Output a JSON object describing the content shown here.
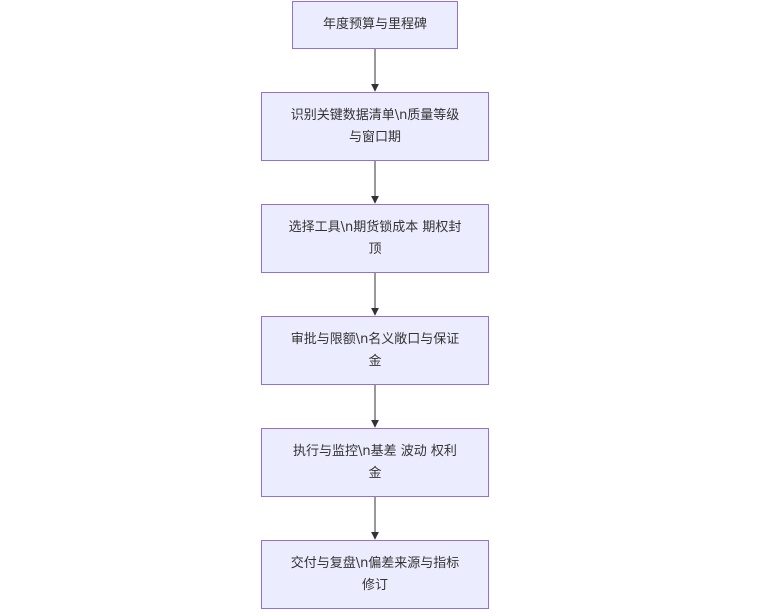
{
  "flowchart": {
    "nodes": [
      {
        "id": "n1",
        "label": "年度预算与里程碑"
      },
      {
        "id": "n2",
        "label": "识别关键数据清单\\n质量等级与窗口期"
      },
      {
        "id": "n3",
        "label": "选择工具\\n期货锁成本 期权封顶"
      },
      {
        "id": "n4",
        "label": "审批与限额\\n名义敞口与保证金"
      },
      {
        "id": "n5",
        "label": "执行与监控\\n基差 波动 权利金"
      },
      {
        "id": "n6",
        "label": "交付与复盘\\n偏差来源与指标修订"
      }
    ],
    "edges": [
      {
        "from": "n1",
        "to": "n2"
      },
      {
        "from": "n2",
        "to": "n3"
      },
      {
        "from": "n3",
        "to": "n4"
      },
      {
        "from": "n4",
        "to": "n5"
      },
      {
        "from": "n5",
        "to": "n6"
      }
    ],
    "colors": {
      "node_fill": "#ECECFF",
      "node_border": "#9370DB",
      "edge": "#333333",
      "text": "#333333"
    }
  }
}
